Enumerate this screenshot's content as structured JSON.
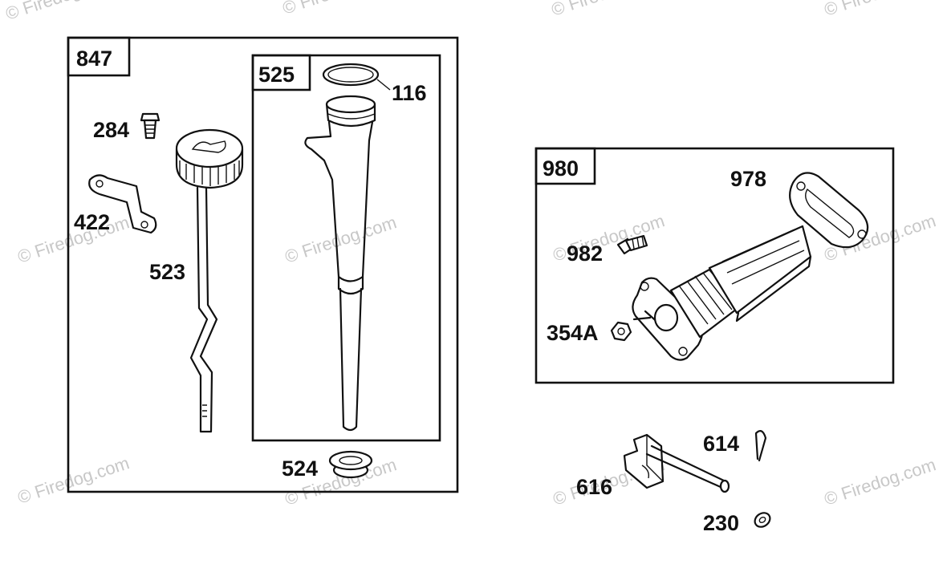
{
  "watermark": "© Firedog.com",
  "groups": [
    {
      "id": "847",
      "label": "847"
    },
    {
      "id": "525",
      "label": "525"
    },
    {
      "id": "980",
      "label": "980"
    }
  ],
  "parts": [
    {
      "id": "116",
      "label": "116"
    },
    {
      "id": "284",
      "label": "284"
    },
    {
      "id": "422",
      "label": "422"
    },
    {
      "id": "523",
      "label": "523"
    },
    {
      "id": "524",
      "label": "524"
    },
    {
      "id": "978",
      "label": "978"
    },
    {
      "id": "982",
      "label": "982"
    },
    {
      "id": "354A",
      "label": "354A"
    },
    {
      "id": "614",
      "label": "614"
    },
    {
      "id": "616",
      "label": "616"
    },
    {
      "id": "230",
      "label": "230"
    }
  ]
}
